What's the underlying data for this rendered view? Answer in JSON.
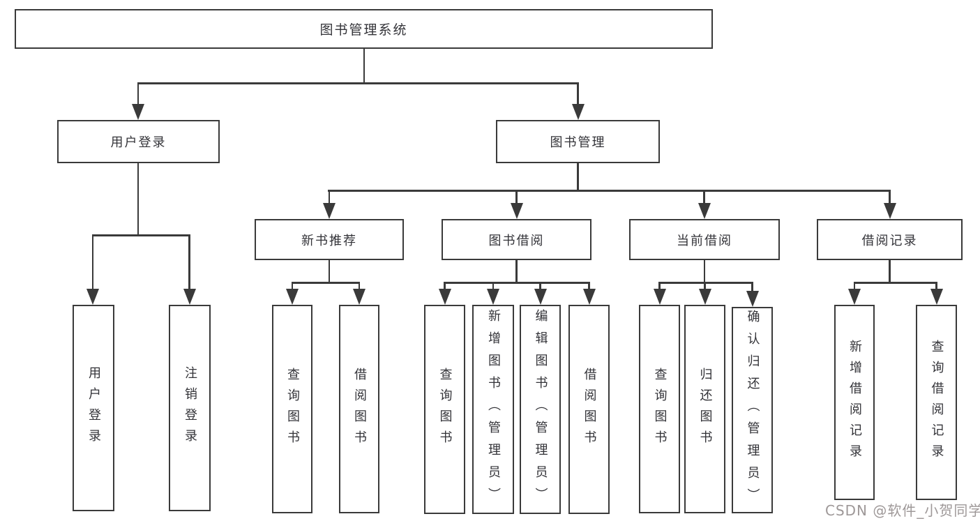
{
  "diagram": {
    "type": "hierarchy-tree",
    "colors": {
      "line": "#3a3a3a",
      "text": "#333338",
      "background": "#ffffff",
      "watermark": "#9e9898"
    },
    "tree": {
      "root": {
        "label": "图书管理系统",
        "children": [
          {
            "label": "用户登录",
            "children": [
              {
                "label": "用户登录"
              },
              {
                "label": "注销登录"
              }
            ]
          },
          {
            "label": "图书管理",
            "children": [
              {
                "label": "新书推荐",
                "children": [
                  {
                    "label": "查询图书"
                  },
                  {
                    "label": "借阅图书"
                  }
                ]
              },
              {
                "label": "图书借阅",
                "children": [
                  {
                    "label": "查询图书"
                  },
                  {
                    "label": "新增图书（管理员）"
                  },
                  {
                    "label": "编辑图书（管理员）"
                  },
                  {
                    "label": "借阅图书"
                  }
                ]
              },
              {
                "label": "当前借阅",
                "children": [
                  {
                    "label": "查询图书"
                  },
                  {
                    "label": "归还图书"
                  },
                  {
                    "label": "确认归还（管理员）"
                  }
                ]
              },
              {
                "label": "借阅记录",
                "children": [
                  {
                    "label": "新增借阅记录"
                  },
                  {
                    "label": "查询借阅记录"
                  }
                ]
              }
            ]
          }
        ]
      }
    },
    "watermark": "CSDN @软件_小贺同学"
  }
}
